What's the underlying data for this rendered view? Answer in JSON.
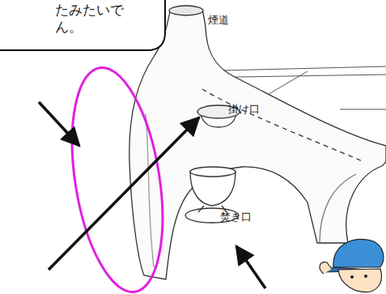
{
  "diagram": {
    "nodes": [
      {
        "text": [
          "たみたいで ん。"
        ]
      }
    ],
    "labels": [
      "煙道",
      "掛け口",
      "焚き口"
    ]
  }
}
